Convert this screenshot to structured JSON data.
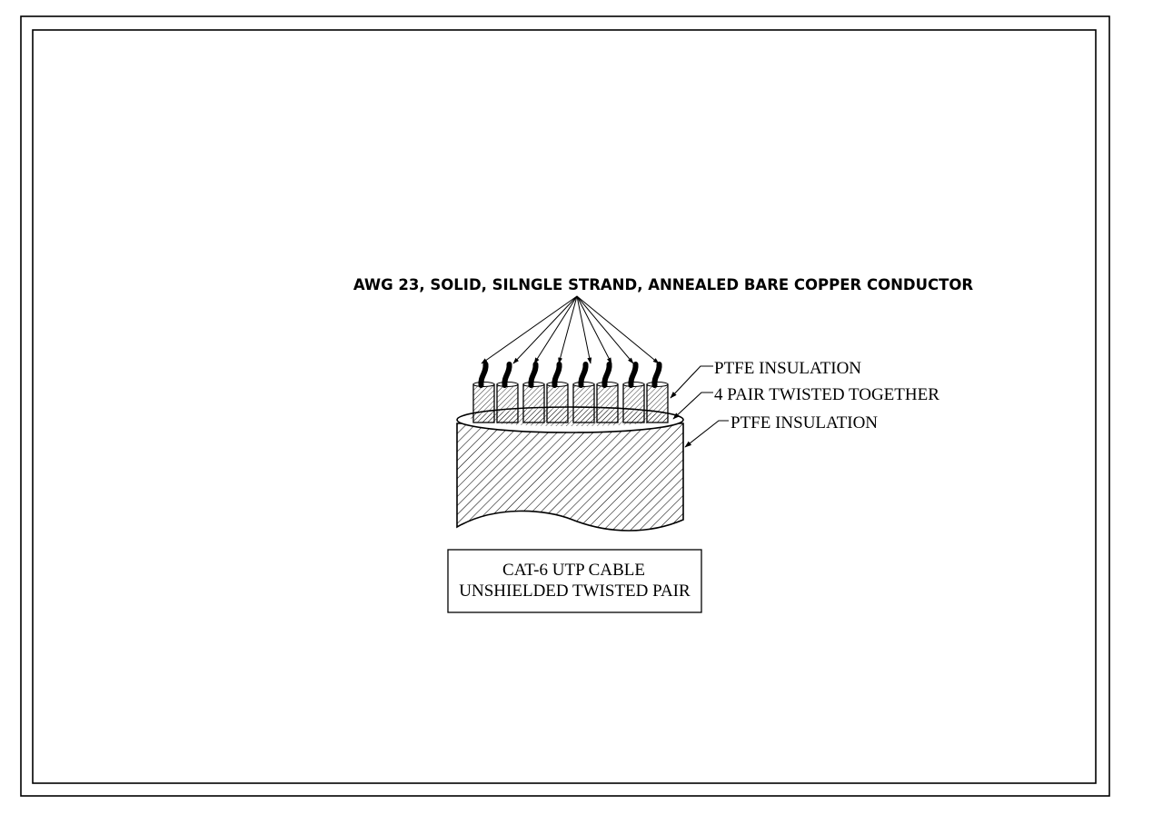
{
  "labels": {
    "conductor": "AWG 23, SOLID, SILNGLE STRAND, ANNEALED BARE COPPER CONDUCTOR",
    "pair_insulation": "PTFE INSULATION",
    "twisted": "4 PAIR TWISTED TOGETHER",
    "jacket_insulation": "PTFE INSULATION"
  },
  "caption": {
    "line1": "CAT-6 UTP CABLE",
    "line2": "UNSHIELDED TWISTED PAIR"
  },
  "colors": {
    "ink": "#000000",
    "paper": "#ffffff"
  }
}
